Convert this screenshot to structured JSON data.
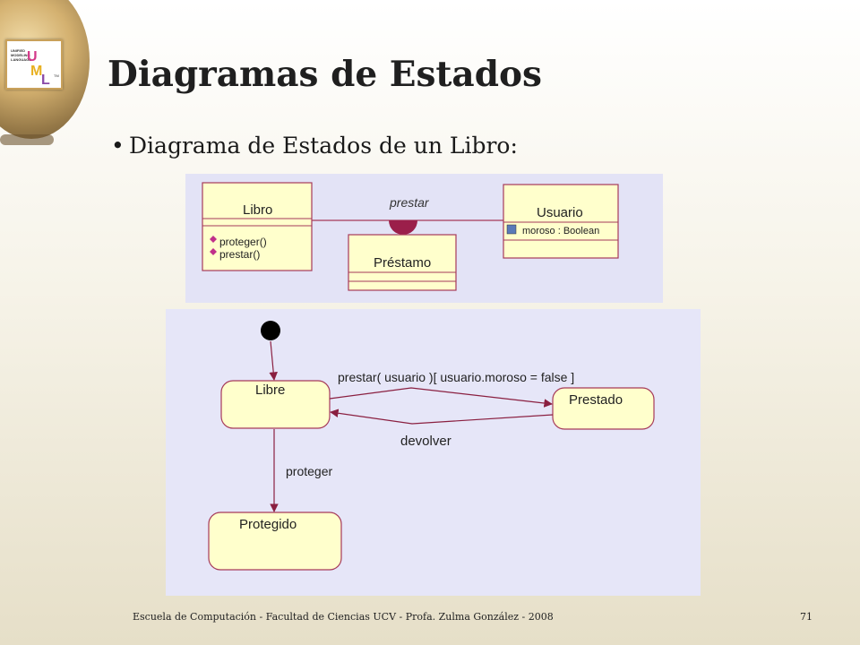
{
  "slide": {
    "title": "Diagramas de Estados",
    "bullet": "Diagrama de Estados de un Libro:",
    "footer": "Escuela de Computación - Facultad de Ciencias UCV - Profa. Zulma González - 2008",
    "page_number": "71"
  },
  "logo": {
    "small_text": "UNIFIED MODELING LANGUAGE",
    "letters": "UML",
    "tm": "TM"
  },
  "class_diagram": {
    "association_label": "prestar",
    "classes": {
      "libro": {
        "name": "Libro",
        "operations": [
          "proteger()",
          "prestar()"
        ]
      },
      "usuario": {
        "name": "Usuario",
        "attributes": [
          "moroso : Boolean"
        ]
      },
      "prestamo": {
        "name": "Préstamo"
      }
    }
  },
  "state_diagram": {
    "states": {
      "libre": "Libre",
      "prestado": "Prestado",
      "protegido": "Protegido"
    },
    "transitions": {
      "prestar": "prestar( usuario )[ usuario.moroso = false ]",
      "devolver": "devolver",
      "proteger": "proteger"
    }
  },
  "colors": {
    "class_border": "#a63a5a",
    "state_fill": "#ffffcc",
    "state_border": "#a63a5a",
    "arrow": "#8a1f40",
    "panel_bg": "#e4e4f7"
  }
}
